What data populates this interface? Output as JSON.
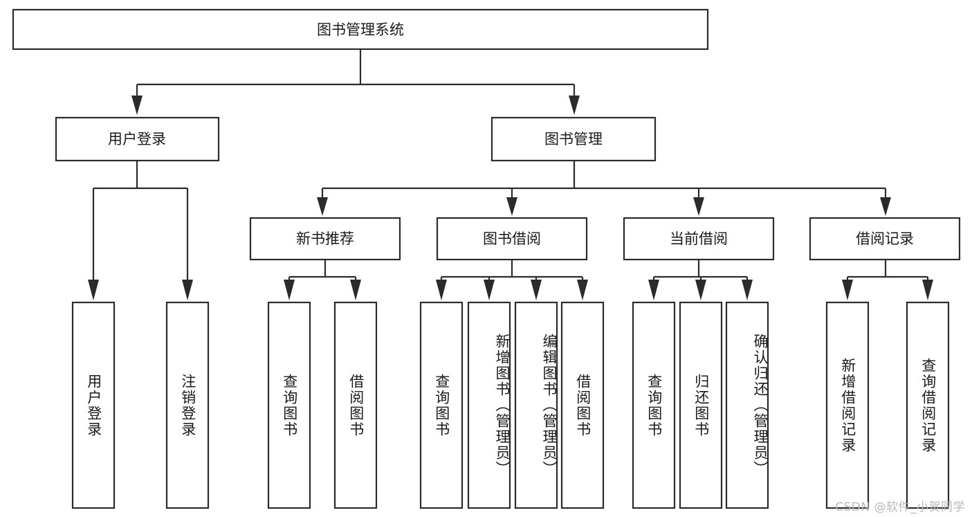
{
  "diagram": {
    "title_node": {
      "label": "图书管理系统"
    },
    "level2": [
      {
        "id": "user-login",
        "label": "用户登录"
      },
      {
        "id": "book-management",
        "label": "图书管理"
      }
    ],
    "level3": [
      {
        "id": "new-book-recommend",
        "label": "新书推荐"
      },
      {
        "id": "book-borrow",
        "label": "图书借阅"
      },
      {
        "id": "current-borrow",
        "label": "当前借阅"
      },
      {
        "id": "borrow-record",
        "label": "借阅记录"
      }
    ],
    "leaves": {
      "user_login": [
        {
          "id": "leaf-user-login",
          "label": "用户登录"
        },
        {
          "id": "leaf-logout-login",
          "label": "注销登录"
        }
      ],
      "new_book_recommend": [
        {
          "id": "leaf-query-book-1",
          "label": "查询图书"
        },
        {
          "id": "leaf-borrow-book-1",
          "label": "借阅图书"
        }
      ],
      "book_borrow": [
        {
          "id": "leaf-query-book-2",
          "label": "查询图书"
        },
        {
          "id": "leaf-add-book",
          "label": "新增图书（管理员）"
        },
        {
          "id": "leaf-edit-book",
          "label": "编辑图书（管理员）"
        },
        {
          "id": "leaf-borrow-book-2",
          "label": "借阅图书"
        }
      ],
      "current_borrow": [
        {
          "id": "leaf-query-book-3",
          "label": "查询图书"
        },
        {
          "id": "leaf-return-book",
          "label": "归还图书"
        },
        {
          "id": "leaf-confirm-return",
          "label": "确认归还（管理员）"
        }
      ],
      "borrow_record": [
        {
          "id": "leaf-add-borrow-record",
          "label": "新增借阅记录"
        },
        {
          "id": "leaf-query-borrow-record",
          "label": "查询借阅记录"
        }
      ]
    },
    "watermark": "CSDN @软件_小贺同学",
    "colors": {
      "stroke": "#2b2b2b",
      "fill": "#ffffff",
      "text": "#1a1a1a",
      "watermark": "#b8b8b8"
    }
  }
}
